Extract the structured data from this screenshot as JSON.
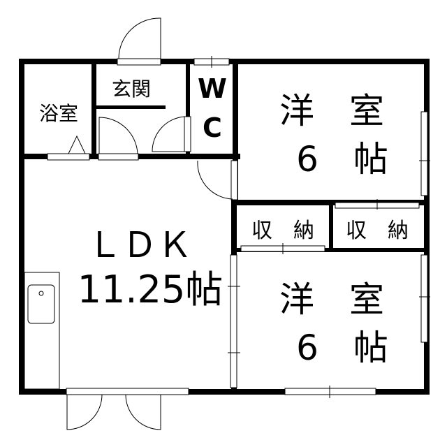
{
  "rooms": {
    "bath": "浴室",
    "entrance": "玄関",
    "wc_w": "W",
    "wc_c": "C",
    "room1_name": "洋　室",
    "room1_size": "6　帖",
    "closet1": "収　納",
    "closet2": "収　納",
    "ldk_name": "ＬＤＫ",
    "ldk_size": "11.25帖",
    "room2_name": "洋　室",
    "room2_size": "6　帖"
  }
}
